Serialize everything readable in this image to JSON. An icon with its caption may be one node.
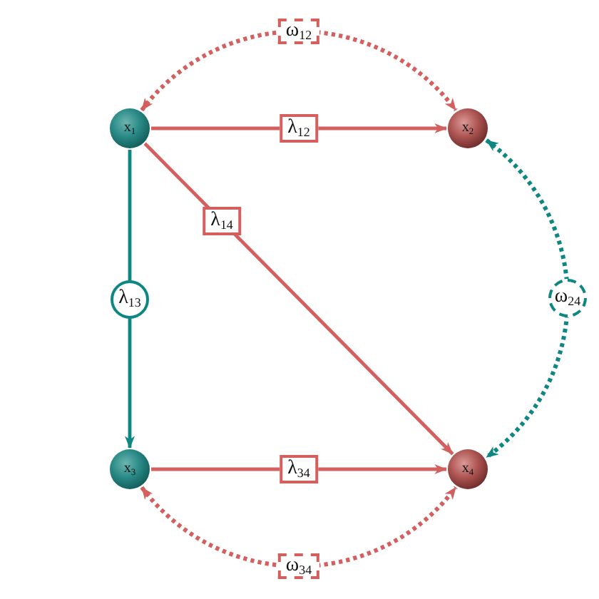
{
  "diagram": {
    "nodes": [
      {
        "text": [
          "x$_{1}$"
        ]
      },
      {
        "text": [
          "x$_{2}$"
        ]
      },
      {
        "text": [
          "x$_{3}$"
        ]
      },
      {
        "text": [
          "x$_{4}$"
        ]
      }
    ],
    "edges": [
      {
        "from": 0,
        "to": 1,
        "arrow": "both",
        "label": "ω$_{12}$",
        "style": "dashed"
      },
      {
        "from": 0,
        "to": 1,
        "arrow": "to",
        "label": "λ$_{12}$"
      },
      {
        "from": 0,
        "to": 3,
        "arrow": "to",
        "label": "λ$_{14}$"
      },
      {
        "from": 0,
        "to": 2,
        "arrow": "to",
        "label": "λ$_{13}$",
        "color": "#0e8783"
      },
      {
        "from": 1,
        "to": 3,
        "arrow": "both",
        "label": "ω$_{24}$",
        "style": "dashed",
        "color": "#0e8783"
      },
      {
        "from": 2,
        "to": 3,
        "arrow": "to",
        "label": "λ$_{34}$"
      },
      {
        "from": 2,
        "to": 3,
        "arrow": "both",
        "label": "ω$_{34}$",
        "style": "dashed"
      }
    ]
  }
}
